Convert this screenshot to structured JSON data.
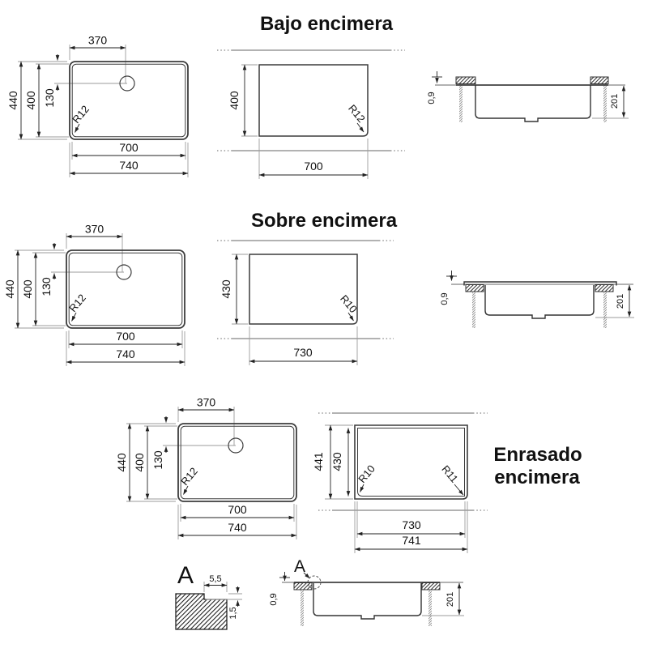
{
  "titles": {
    "bajo": "Bajo encimera",
    "sobre": "Sobre encimera",
    "enrasado_line1": "Enrasado",
    "enrasado_line2": "encimera"
  },
  "plan_view": {
    "hole_offset_x": "370",
    "hole_offset_y": "130",
    "inner_height": "400",
    "outer_height": "440",
    "corner_radius": "R12",
    "inner_width": "700",
    "outer_width": "740"
  },
  "cutout_bajo": {
    "height": "400",
    "corner_radius": "R12",
    "width": "700"
  },
  "cutout_sobre": {
    "height": "430",
    "corner_radius": "R10",
    "width": "730"
  },
  "cutout_enrasado": {
    "outer_height": "441",
    "inner_height": "430",
    "corner_radius_left": "R10",
    "corner_radius_right": "R11",
    "inner_width": "730",
    "outer_width": "741"
  },
  "cross_section": {
    "rim_thickness": "0,9",
    "bowl_depth": "201"
  },
  "detail": {
    "label": "A",
    "callout": "A",
    "notch_width": "5,5",
    "notch_depth": "1,5"
  },
  "colors": {
    "line": "#3c3c3c",
    "construction": "#9b9b9b",
    "text": "#111111"
  }
}
